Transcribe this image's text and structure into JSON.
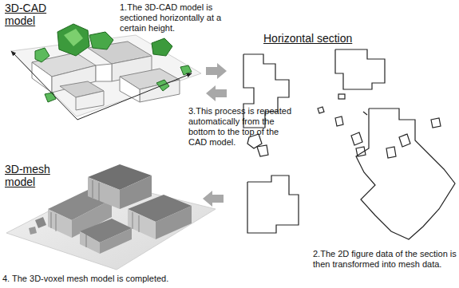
{
  "diagram": {
    "labels": [
      "3D-CAD model",
      "1.The 3D-CAD model is sectioned horizontally at a certain height.",
      "Horizontal section",
      "3.This process is repeated automatically from the bottom to the top of the CAD model.",
      "3D-mesh model",
      "2.The 2D figure data of the section is then transformed into mesh data.",
      "4. The 3D-voxel mesh model is completed."
    ]
  }
}
